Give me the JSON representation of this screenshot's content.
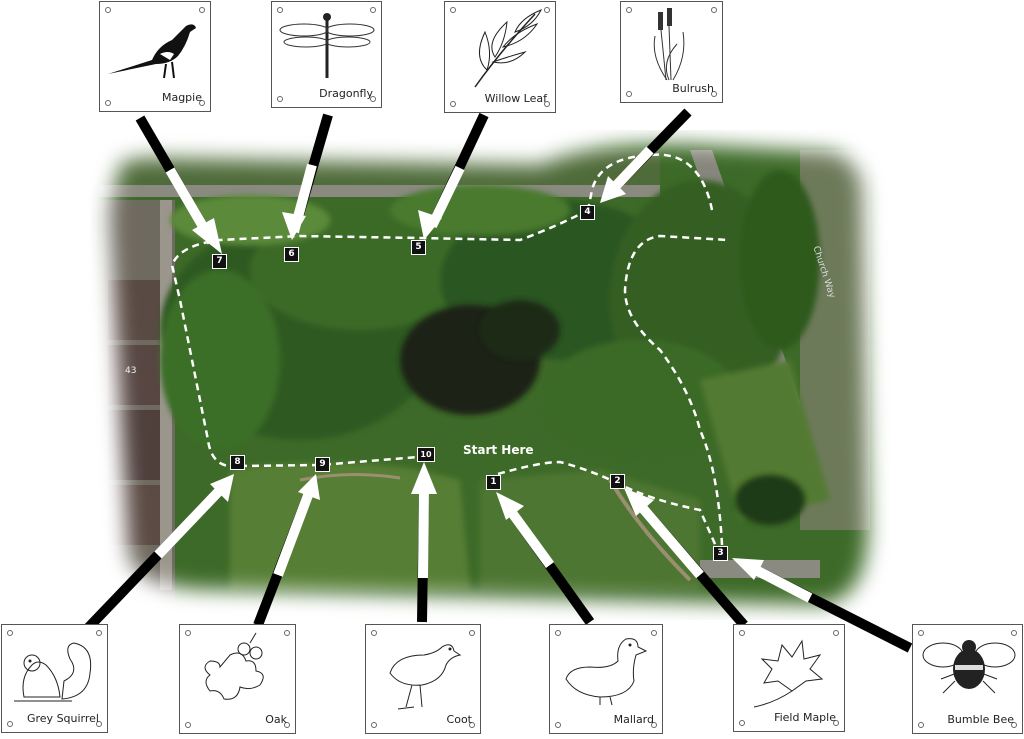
{
  "start_label": "Start Here",
  "road_label": "Church Way",
  "house_number": "43",
  "stops": [
    {
      "num": "1",
      "species": "Mallard"
    },
    {
      "num": "2",
      "species": "Field Maple"
    },
    {
      "num": "3",
      "species": "Bumble Bee"
    },
    {
      "num": "4",
      "species": "Bulrush"
    },
    {
      "num": "5",
      "species": "Willow Leaf"
    },
    {
      "num": "6",
      "species": "Dragonfly"
    },
    {
      "num": "7",
      "species": "Magpie"
    },
    {
      "num": "8",
      "species": "Grey Squirrel"
    },
    {
      "num": "9",
      "species": "Oak"
    },
    {
      "num": "10",
      "species": "Coot"
    }
  ],
  "colors": {
    "tree_canopy": "#2f5a22",
    "grass": "#4e7a2e",
    "pond": "#1a2415",
    "path": "#ffffff"
  }
}
